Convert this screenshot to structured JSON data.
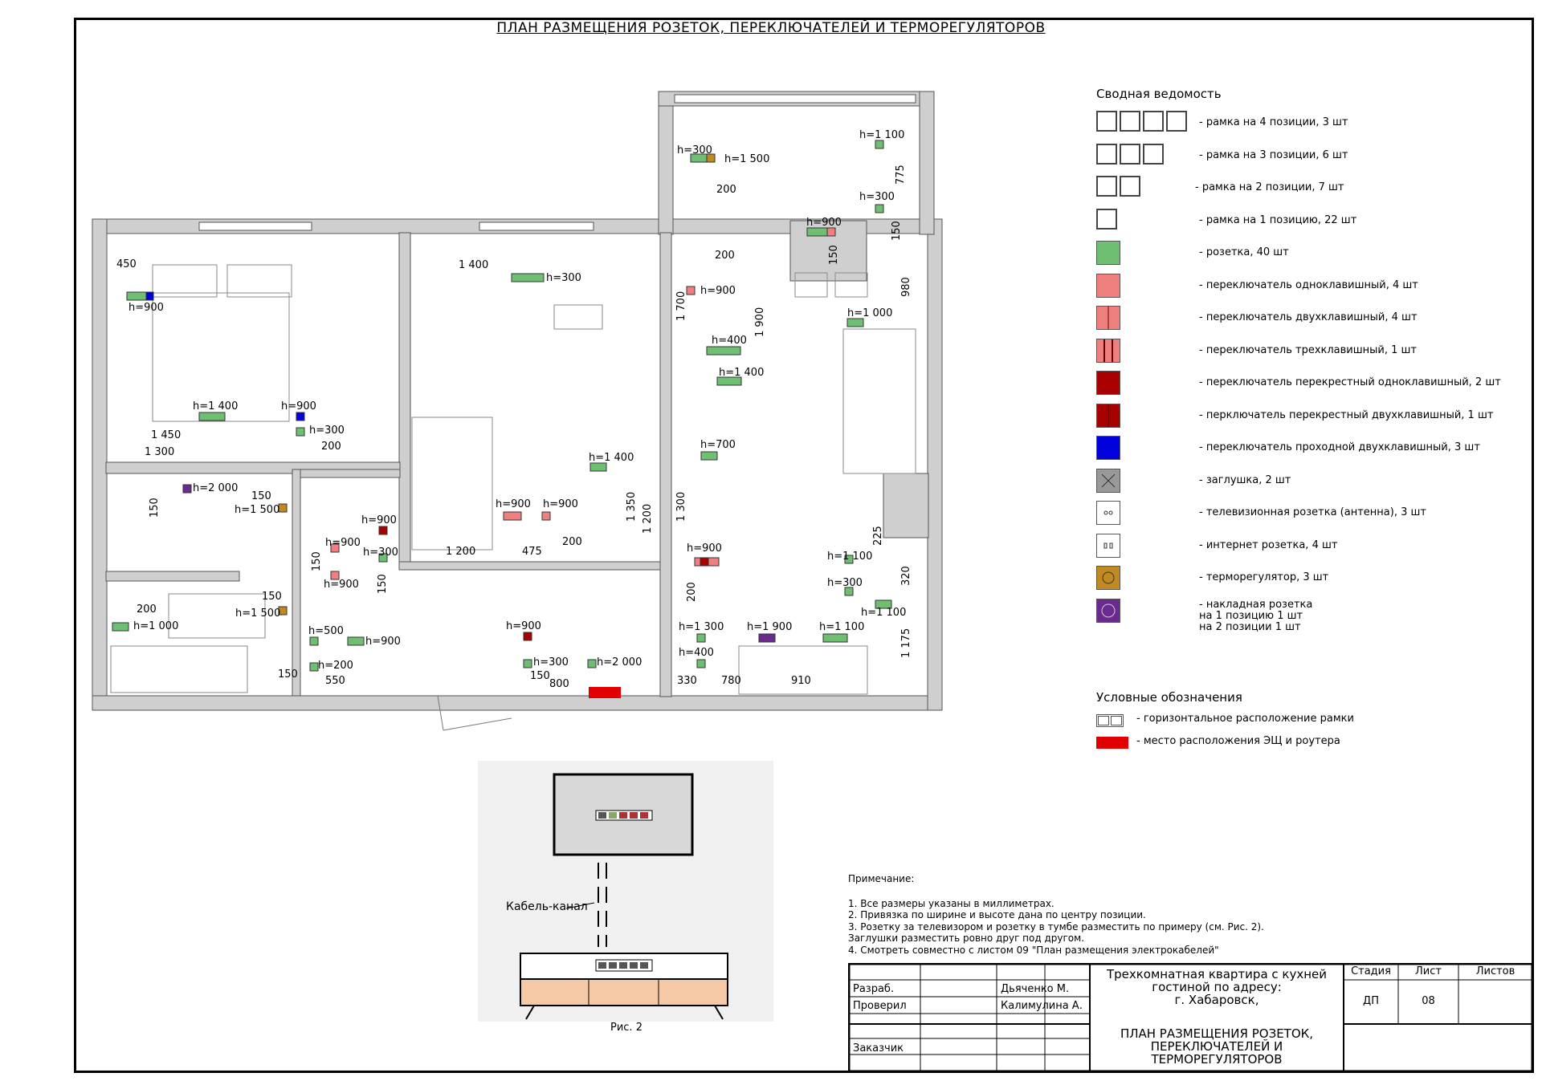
{
  "sheet_title": "ПЛАН РАЗМЕЩЕНИЯ РОЗЕТОК, ПЕРЕКЛЮЧАТЕЛЕЙ И ТЕРМОРЕГУЛЯТОРОВ",
  "plan_labels": [
    "450",
    "h=900",
    "1 400",
    "h=300",
    "h=1 400",
    "h=900",
    "h=300",
    "1 450",
    "1 300",
    "200",
    "h=300",
    "h=1 500",
    "200",
    "h=1 100",
    "775",
    "h=300",
    "h=900",
    "150",
    "150",
    "980",
    "200",
    "h=900",
    "1 700",
    "1 900",
    "h=400",
    "h=1 400",
    "h=1 000",
    "h=700",
    "h=1 400",
    "1 350",
    "1 200",
    "1 300",
    "h=900",
    "h=900",
    "1 200",
    "475",
    "200",
    "h=2 000",
    "150",
    "h=1 500",
    "150",
    "h=900",
    "h=900",
    "h=300",
    "150",
    "h=900",
    "150",
    "150",
    "h=1 500",
    "200",
    "h=1 000",
    "h=500",
    "h=900",
    "h=200",
    "550",
    "150",
    "h=900",
    "h=300",
    "h=2 000",
    "150",
    "800",
    "h=900",
    "h=1 100",
    "h=300",
    "225",
    "320",
    "h=1 100",
    "h=1 300",
    "h=1 900",
    "h=1 100",
    "h=400",
    "1 175",
    "200",
    "330",
    "780",
    "910"
  ],
  "legend": {
    "title": "Сводная ведомость",
    "items": [
      {
        "label": "- рамка на 4 позиции, 3 шт"
      },
      {
        "label": "- рамка на 3 позиции, 6 шт"
      },
      {
        "label": "- рамка на 2 позиции, 7 шт"
      },
      {
        "label": "- рамка на 1 позицию, 22 шт"
      },
      {
        "label": "- розетка, 40 шт"
      },
      {
        "label": "- переключатель одноклавишный, 4 шт"
      },
      {
        "label": "- переключатель двухклавишный, 4 шт"
      },
      {
        "label": "- переключатель трехклавишный, 1 шт"
      },
      {
        "label": "- переключатель перекрестный одноклавишный, 2 шт"
      },
      {
        "label": "- перключатель перекрестный двухклавишный, 1 шт"
      },
      {
        "label": "- переключатель проходной двухклавишный, 3 шт"
      },
      {
        "label": "- заглушка, 2 шт"
      },
      {
        "label": "- телевизионная розетка (антенна), 3 шт"
      },
      {
        "label": "- интернет розетка, 4 шт"
      },
      {
        "label": "- терморегулятор, 3 шт"
      },
      {
        "label": "- накладная розетка"
      }
    ],
    "item_sub1": "на 1 позицию 1 шт",
    "item_sub2": "на 2 позиции 1 шт"
  },
  "conventions": {
    "title": "Условные обозначения",
    "horizontal": "- горизонтальное расположение рамки",
    "panel": "- место расположения ЭЩ и роутера"
  },
  "notes": {
    "title": "Примечание:",
    "lines": [
      "1. Все размеры указаны в миллиметрах.",
      "2. Привязка по ширине и высоте дана по центру позиции.",
      "3. Розетку за телевизором и розетку в тумбе разместить по примеру (см. Рис. 2).",
      "Заглушки разместить ровно друг под другом.",
      "4. Смотреть совместно с листом 09 \"План размещения электрокабелей\""
    ]
  },
  "figure": {
    "cable_label": "Кабель-канал",
    "caption": "Рис. 2"
  },
  "stamp": {
    "project_line1": "Трехкомнатная квартира с кухней",
    "project_line2": "гостиной по адресу:",
    "project_line3": "г. Хабаровск,",
    "sheet_name_line1": "ПЛАН РАЗМЕЩЕНИЯ РОЗЕТОК,",
    "sheet_name_line2": "ПЕРЕКЛЮЧАТЕЛЕЙ И",
    "sheet_name_line3": "ТЕРМОРЕГУЛЯТОРОВ",
    "stage_header": "Стадия",
    "sheet_header": "Лист",
    "sheets_header": "Листов",
    "stage": "ДП",
    "sheet": "08",
    "role1": "Разраб.",
    "name1": "Дьяченко М.",
    "role2": "Проверил",
    "name2": "Калимулина А.",
    "role3": "Заказчик"
  },
  "colors": {
    "wall": "#cfcfcf",
    "socket": "#6fbf73",
    "switch": "#f08080",
    "cross_switch": "#a80000",
    "pass_switch": "#0000dd",
    "thermostat": "#c08a20",
    "surface_socket": "#6a2a90",
    "panel": "#e00000"
  }
}
